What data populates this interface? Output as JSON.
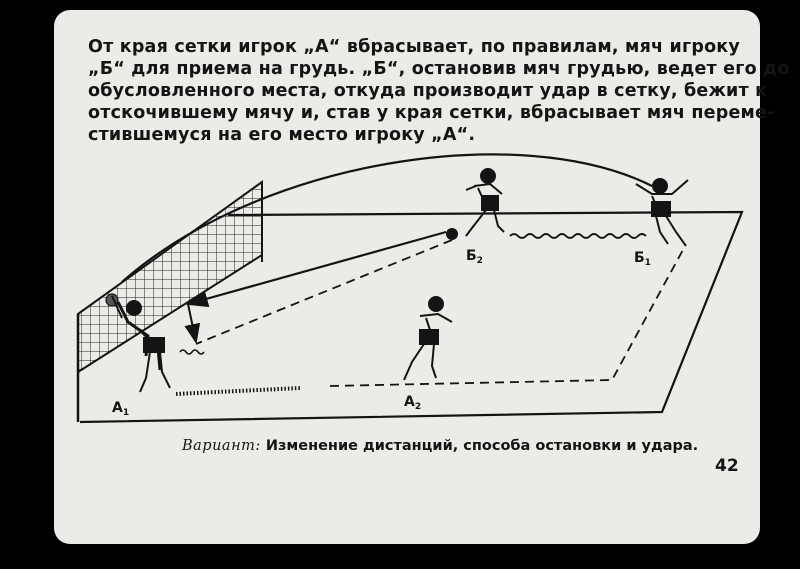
{
  "description": {
    "lines": [
      "От края сетки игрок „А“ вбрасывает, по правилам, мяч игроку",
      "„Б“ для приема на грудь. „Б“, остановив мяч грудью, ведет его до",
      "обусловленного места, откуда производит удар в сетку, бежит к",
      "отскочившему мячу и, став у края сетки, вбрасывает мяч переме-",
      "стившемуся на его место игроку „А“."
    ]
  },
  "labels": {
    "a1": "А",
    "a1_sub": "1",
    "a2": "А",
    "a2_sub": "2",
    "b1": "Б",
    "b1_sub": "1",
    "b2": "Б",
    "b2_sub": "2"
  },
  "variant": {
    "label": "Вариант:",
    "text": "Изменение дистанций, способа остановки и удара."
  },
  "page_number": "42",
  "colors": {
    "background": "#ecebe8",
    "ink": "#141414",
    "border": "#000000"
  }
}
